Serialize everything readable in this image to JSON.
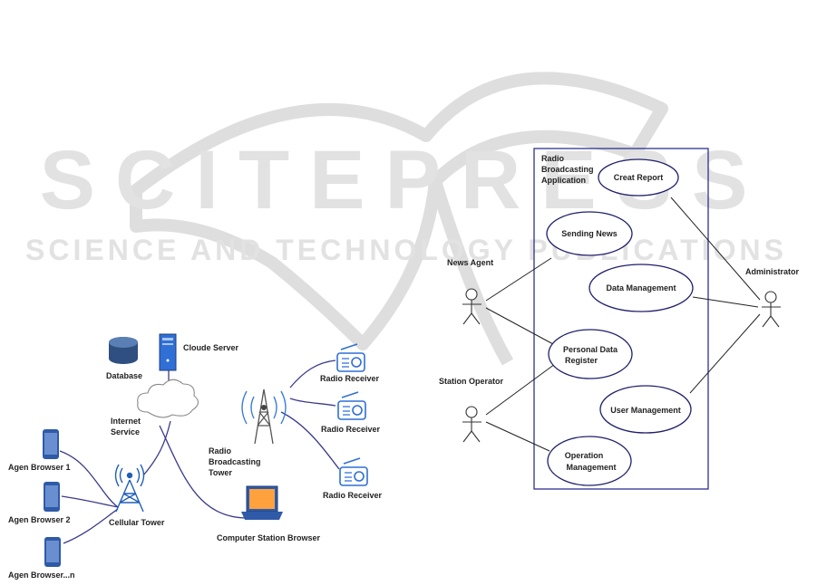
{
  "watermark": {
    "title": "SCITEPRESS",
    "subtitle": "SCIENCE AND TECHNOLOGY PUBLICATIONS",
    "color": "#d9d9d9"
  },
  "network": {
    "database": "Database",
    "server": "Cloude Server",
    "internet": [
      "Internet",
      "Service"
    ],
    "cellular_tower": "Cellular Tower",
    "radio_tower": [
      "Radio",
      "Broadcasting",
      "Tower"
    ],
    "computer": "Computer Station Browser",
    "agents": [
      "Agen Browser 1",
      "Agen Browser 2",
      "Agen Browser...n"
    ],
    "receivers": [
      "Radio Receiver",
      "Radio Receiver",
      "Radio Receiver"
    ]
  },
  "usecase": {
    "system_label": [
      "Radio",
      "Broadcasting",
      "Application"
    ],
    "actors": {
      "news_agent": "News Agent",
      "station_operator": "Station Operator",
      "administrator": "Administrator"
    },
    "cases": {
      "creat_report": [
        "Creat Report"
      ],
      "sending_news": [
        "Sending News"
      ],
      "data_management": [
        "Data Management"
      ],
      "personal_data": [
        "Personal Data",
        "Register"
      ],
      "user_management": [
        "User Management"
      ],
      "operation_management": [
        "Operation",
        "Management"
      ]
    }
  },
  "colors": {
    "line": "#3a3a8c",
    "boundary": "#2e3192",
    "icon_blue": "#2f6fd6",
    "icon_dark": "#1f3d7a",
    "text": "#222222"
  }
}
